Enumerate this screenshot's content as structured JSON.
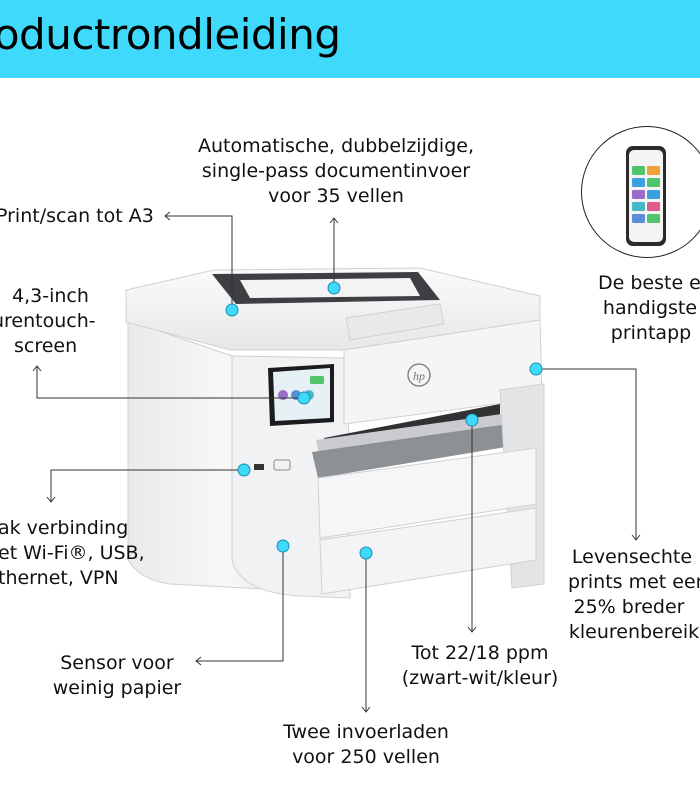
{
  "title": "roductrondleiding",
  "labels": {
    "adf": [
      "Automatische, dubbelzijdige,",
      "single-pass documentinvoer",
      "voor 35 vellen"
    ],
    "a3": "Print/scan tot A3",
    "touch": [
      "4,3-inch",
      "urentouch-",
      "screen"
    ],
    "wifi": [
      "ak verbinding",
      "et Wi-Fi®, USB,",
      "thernet, VPN"
    ],
    "sensor": [
      "Sensor voor",
      "weinig papier"
    ],
    "trays": [
      "Twee invoerladen",
      "voor 250 vellen"
    ],
    "ppm": [
      "Tot 22/18 ppm",
      "(zwart-wit/kleur)"
    ],
    "gamut": [
      "Levensechte",
      "prints met een",
      "25% breder",
      "kleurenbereik"
    ],
    "app": [
      "De beste e",
      "handigste",
      "printapp"
    ]
  },
  "printer_logo": "hp",
  "colors": {
    "accent": "#3fd9fb",
    "marker": "#3fd9fb",
    "line": "#333333"
  },
  "icons": {
    "arrow": "arrow-head-icon",
    "marker": "callout-dot-icon",
    "logo": "hp-logo-icon"
  }
}
